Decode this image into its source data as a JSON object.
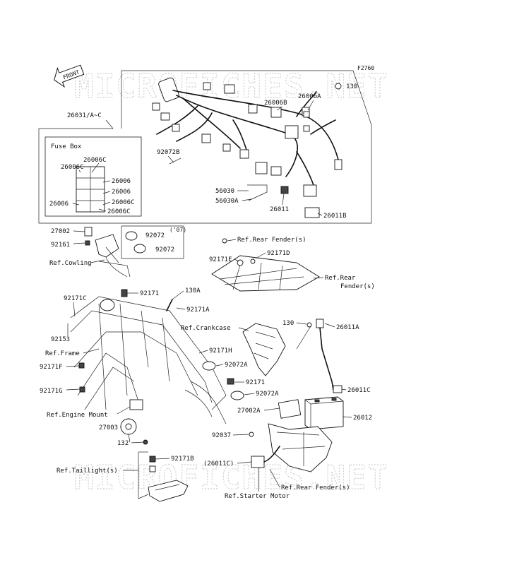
{
  "figure_id": "F2760",
  "watermark": "MICROFICHES.NET",
  "front_label": "FRONT",
  "fuse_box": {
    "title": "Fuse Box",
    "labels": [
      "26006C",
      "26006C",
      "26006",
      "26006",
      "26006",
      "26006C",
      "26006C"
    ]
  },
  "labels": {
    "l_26031": "26031/A~C",
    "l_130_top": "130",
    "l_26006A": "26006A",
    "l_26006B": "26006B",
    "l_92072B": "92072B",
    "l_56030": "56030",
    "l_56030A": "56030A",
    "l_26011": "26011",
    "l_26011B": "26011B",
    "l_27002": "27002",
    "l_92161": "92161",
    "l_ref_cowling": "Ref.Cowling",
    "l_92072_07": "92072",
    "l_07": "('07)",
    "l_92072": "92072",
    "l_ref_rear_fender_s1": "Ref.Rear Fender(s)",
    "l_92171D": "92171D",
    "l_92171E": "92171E",
    "l_ref_rear": "Ref.Rear",
    "l_fender_s": "Fender(s)",
    "l_92171C": "92171C",
    "l_92171": "92171",
    "l_130A": "130A",
    "l_92171A": "92171A",
    "l_130_mid": "130",
    "l_26011A": "26011A",
    "l_ref_crankcase": "Ref.Crankcase",
    "l_92153": "92153",
    "l_ref_frame": "Ref.Frame",
    "l_92171H": "92171H",
    "l_92171F": "92171F",
    "l_92072A": "92072A",
    "l_92171_b": "92171",
    "l_26011C": "26011C",
    "l_92171G": "92171G",
    "l_92072A_b": "92072A",
    "l_27002A": "27002A",
    "l_26012": "26012",
    "l_ref_engine_mount": "Ref.Engine Mount",
    "l_27003": "27003",
    "l_92037": "92037",
    "l_132": "132",
    "l_92171B": "92171B",
    "l_26011C_paren": "(26011C)",
    "l_ref_taillight": "Ref.Taillight(s)",
    "l_ref_rear_fender_s2": "Ref.Rear Fender(s)",
    "l_ref_starter_motor": "Ref.Starter Motor"
  }
}
